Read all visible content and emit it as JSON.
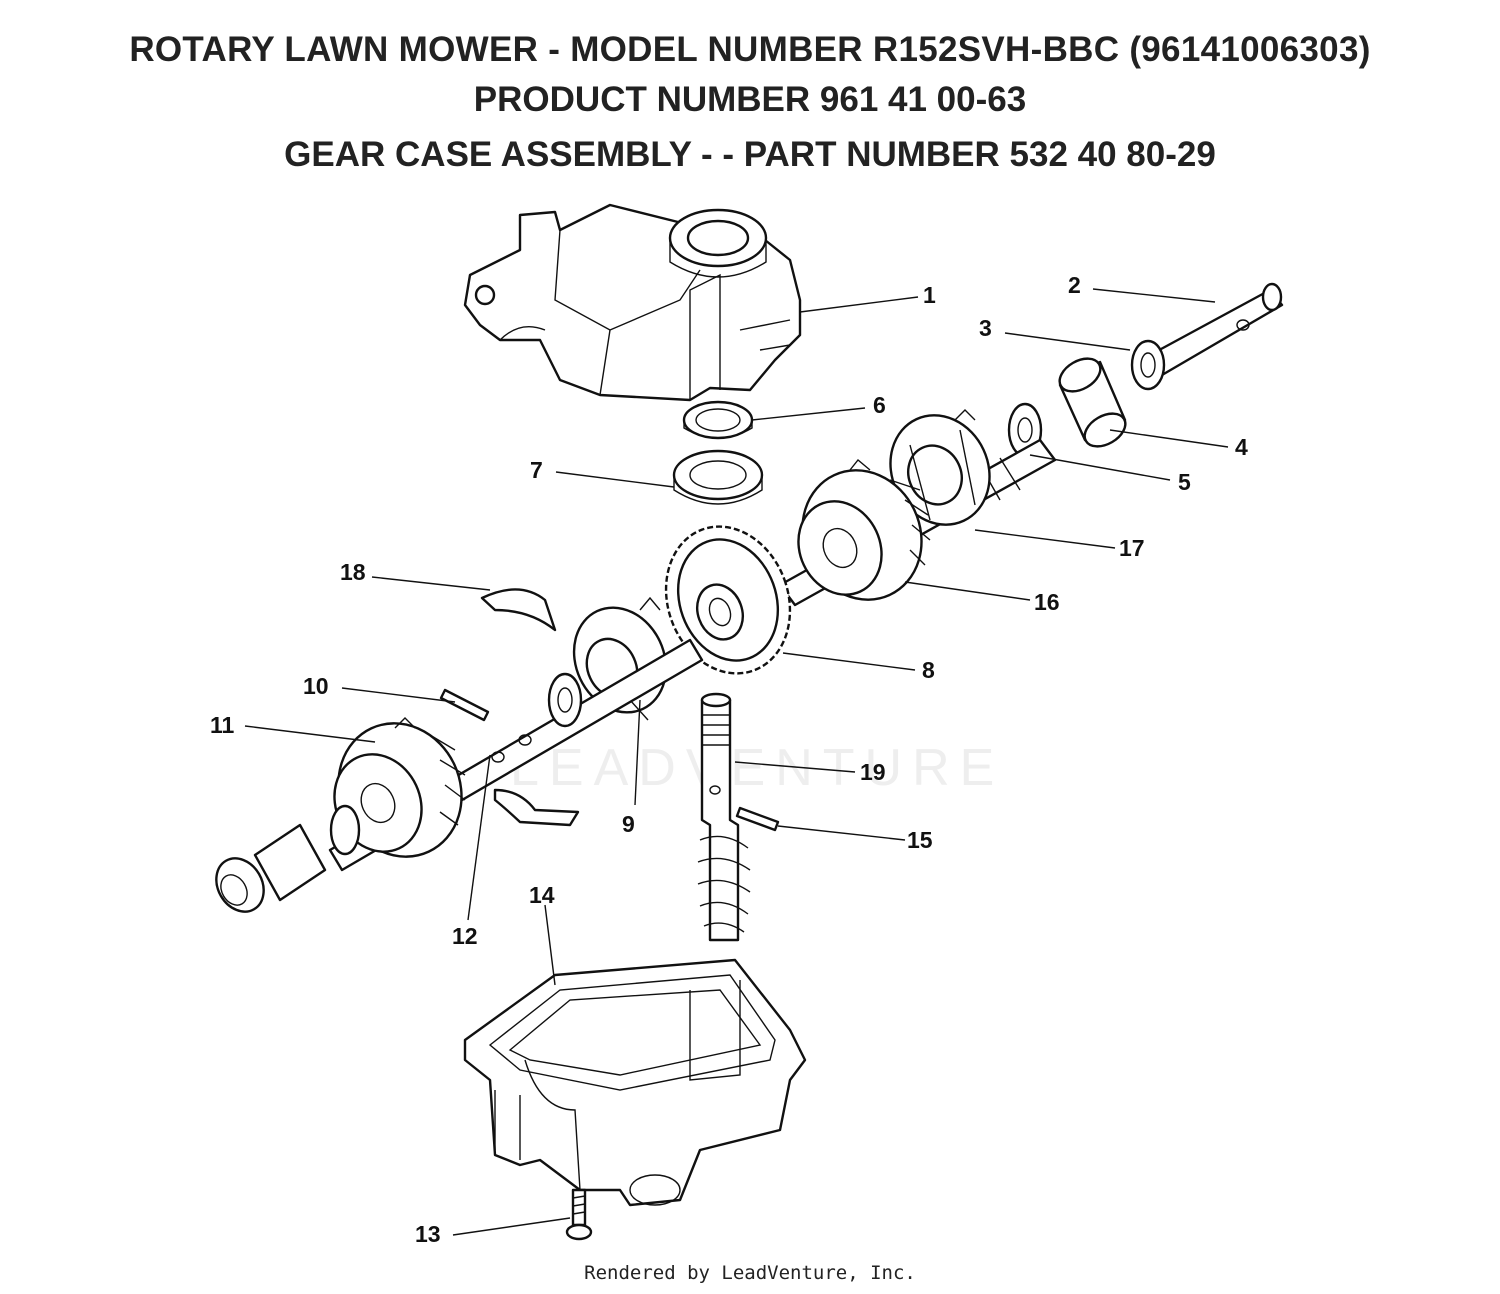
{
  "header": {
    "line1": "ROTARY LAWN MOWER - MODEL NUMBER  R152SVH-BBC  (96141006303)",
    "line2": "PRODUCT NUMBER 961 41 00-63",
    "line3": "GEAR CASE ASSEMBLY - - PART NUMBER 532 40 80-29"
  },
  "callouts": [
    "1",
    "2",
    "3",
    "4",
    "5",
    "6",
    "7",
    "8",
    "9",
    "10",
    "11",
    "12",
    "13",
    "14",
    "15",
    "16",
    "17",
    "18",
    "19"
  ],
  "watermark": "LEADVENTURE",
  "footer": "Rendered by LeadVenture, Inc."
}
